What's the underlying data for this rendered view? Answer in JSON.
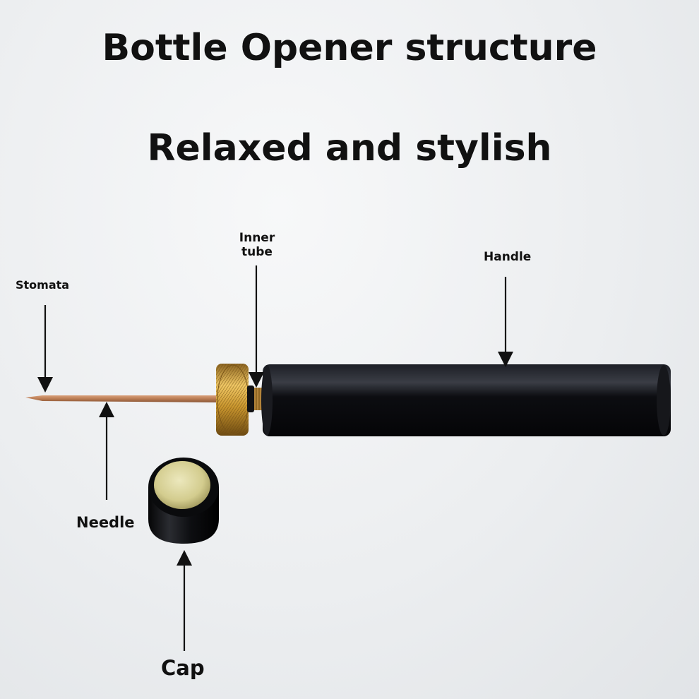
{
  "title": "Bottle Opener structure",
  "subtitle": "Relaxed and stylish",
  "labels": {
    "stomata": "Stomata",
    "inner_tube_line1": "Inner",
    "inner_tube_line2": "tube",
    "handle": "Handle",
    "needle": "Needle",
    "cap": "Cap"
  },
  "colors": {
    "handle": "#0b0c10",
    "knurled_nut": "#c9962e",
    "needle": "#b87a52",
    "cap_top": "#d9d49a",
    "text": "#111111"
  }
}
